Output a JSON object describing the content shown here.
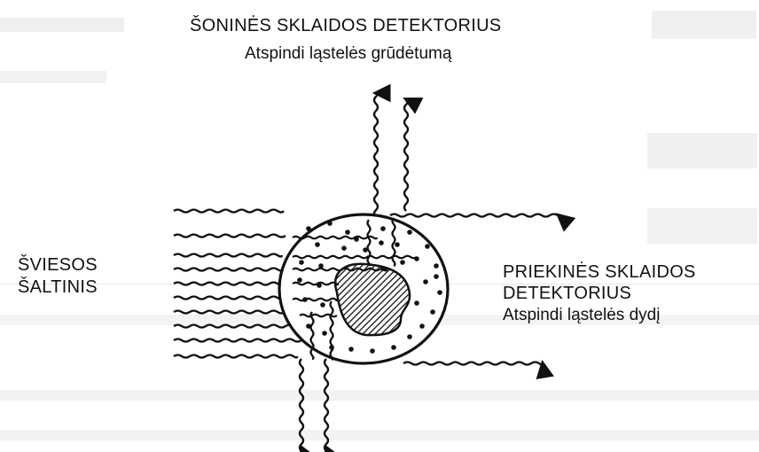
{
  "side_detector": {
    "title": "ŠONINĖS SKLAIDOS DETEKTORIUS",
    "subtitle": "Atspindi ląstelės grūdėtumą"
  },
  "light_source": {
    "line1": "ŠVIESOS",
    "line2": "ŠALTINIS"
  },
  "forward_detector": {
    "line1": "PRIEKINĖS SKLAIDOS",
    "line2": "DETEKTORIUS",
    "subtitle": "Atspindi ląstelės dydį"
  },
  "colors": {
    "ink": "#111111",
    "ghost_text": "#d9d9d9",
    "background": "#ffffff"
  }
}
